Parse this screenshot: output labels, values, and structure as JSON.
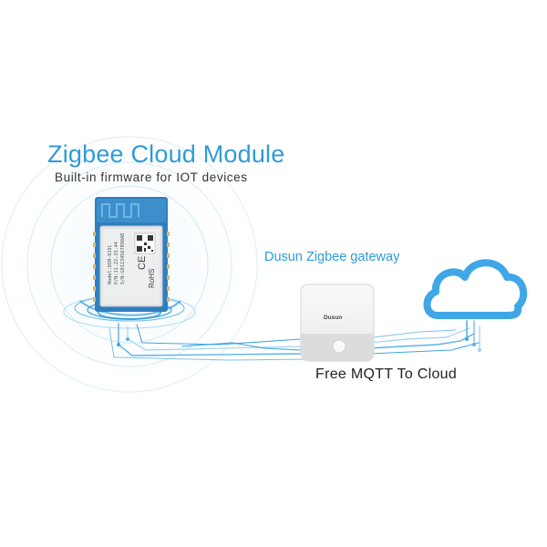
{
  "diagram": {
    "title": "Zigbee Cloud Module",
    "subtitle": "Built-in firmware for IOT devices",
    "gateway_label": "Dusun Zigbee gateway",
    "bottom_label": "Free MQTT To Cloud",
    "module": {
      "model_line": "Model:DSM-03IL",
      "pn_line": "P/N:11.22.33.44",
      "sn_line": "S/N:G01234567890AB",
      "ce_mark": "CE",
      "rohs_mark": "RoHS"
    },
    "gateway_brand": "Dusun"
  },
  "colors": {
    "accent": "#2f9bd6",
    "cloud": "#3fa7e6",
    "module_blue": "#2f7fbf",
    "wire": "#5cb4e6"
  },
  "icons": [
    "zigbee-module-icon",
    "gateway-device-icon",
    "cloud-icon",
    "qr-code-icon"
  ]
}
